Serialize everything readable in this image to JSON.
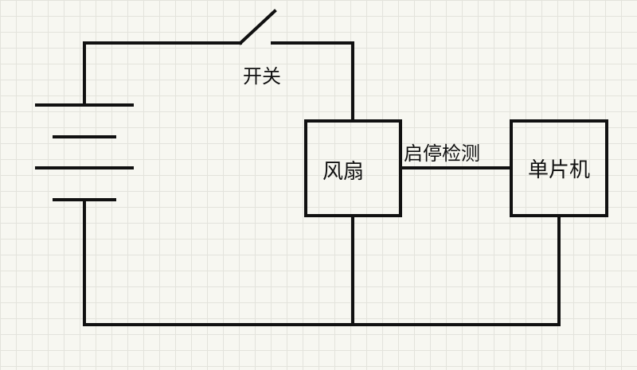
{
  "diagram": {
    "switch_label": "开关",
    "fan_label": "风扇",
    "signal_label": "启停检测",
    "mcu_label": "单片机"
  },
  "colors": {
    "background": "#f7f7f1",
    "grid": "#e3e3dc",
    "line": "#111111"
  }
}
